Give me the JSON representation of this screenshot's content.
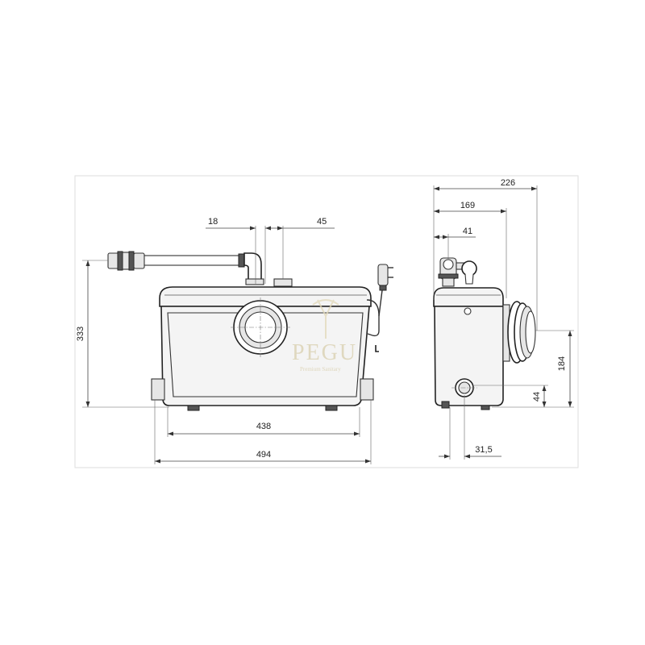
{
  "front_view": {
    "dimensions": {
      "pipe_offset": "18",
      "outlet_offset": "45",
      "height": "333",
      "foot_span": "438",
      "total_width": "494"
    }
  },
  "side_view": {
    "dimensions": {
      "total_depth": "226",
      "outlet_depth": "169",
      "inlet_offset": "41",
      "inlet_height": "184",
      "side_inlet_height": "44",
      "side_inlet_offset": "31,5"
    }
  },
  "watermark": {
    "brand": "PEGU",
    "tagline": "Premium Sanitary"
  },
  "colors": {
    "line": "#222222",
    "watermark": "#d9cfae",
    "fill": "#f4f4f4"
  }
}
